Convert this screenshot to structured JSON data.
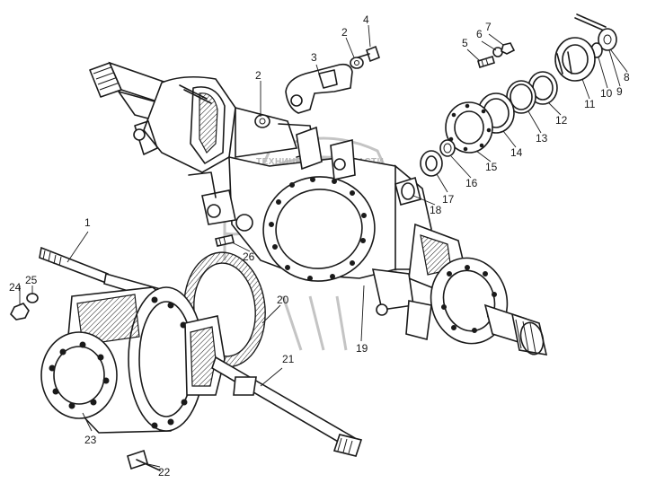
{
  "watermark": {
    "text": "ТЕХНИЧЕСКИЕ ЗАПЧАСТИ",
    "logo": "ТЕХНИЧЕСКИЕ ЗАПЧАСТИ"
  },
  "callouts": {
    "c1": "1",
    "c2a": "2",
    "c2b": "2",
    "c3": "3",
    "c4": "4",
    "c5": "5",
    "c6": "6",
    "c7": "7",
    "c8": "8",
    "c9": "9",
    "c10": "10",
    "c11": "11",
    "c12": "12",
    "c13": "13",
    "c14": "14",
    "c15": "15",
    "c16": "16",
    "c17": "17",
    "c18": "18",
    "c19": "19",
    "c20": "20",
    "c21": "21",
    "c22": "22",
    "c23": "23",
    "c24": "24",
    "c25": "25",
    "c26": "26"
  }
}
